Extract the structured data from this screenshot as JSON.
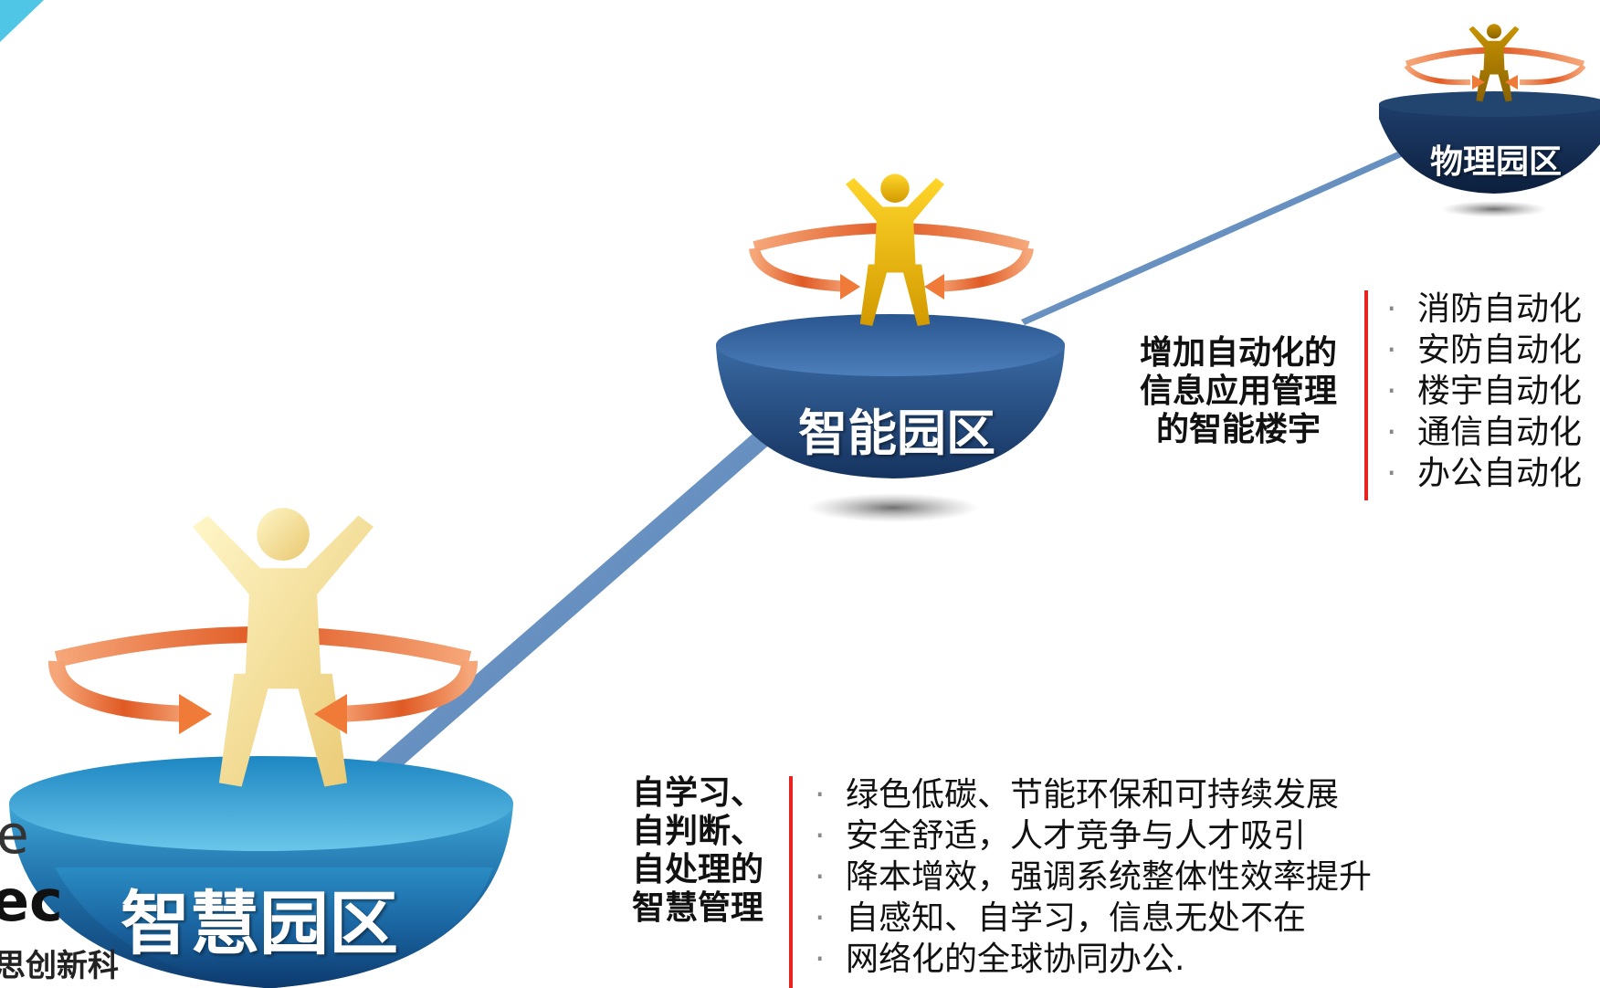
{
  "colors": {
    "accent_red": "#e8221e",
    "bowl_dark": "#1d3f70",
    "bowl_light": "#3fa6d6",
    "figure_gold": "#e8b400",
    "arrow_orange": "#f07a38",
    "rod_blue": "#5b86b8"
  },
  "stages": [
    {
      "name": "物理园区",
      "figure_icon": "person-figure-icon"
    },
    {
      "name": "智能园区",
      "figure_icon": "person-figure-icon"
    },
    {
      "name": "智慧园区",
      "figure_icon": "person-figure-icon"
    }
  ],
  "smart_building": {
    "description": [
      "增加自动化的",
      "信息应用管理",
      "的智能楼宇"
    ],
    "features": [
      "消防自动化",
      "安防自动化",
      "楼宇自动化",
      "通信自动化",
      "办公自动化"
    ]
  },
  "smart_park": {
    "description": [
      "自学习、",
      "自判断、",
      "自处理的",
      "智慧管理"
    ],
    "features": [
      "绿色低碳、节能环保和可持续发展",
      "安全舒适，人才竞争与人才吸引",
      "降本增效，强调系统整体性效率提升",
      "自感知、自学习，信息无处不在",
      "网络化的全球协同办公."
    ]
  },
  "watermark": {
    "line1": "e",
    "line2": "ec",
    "line3": "思创新科"
  }
}
